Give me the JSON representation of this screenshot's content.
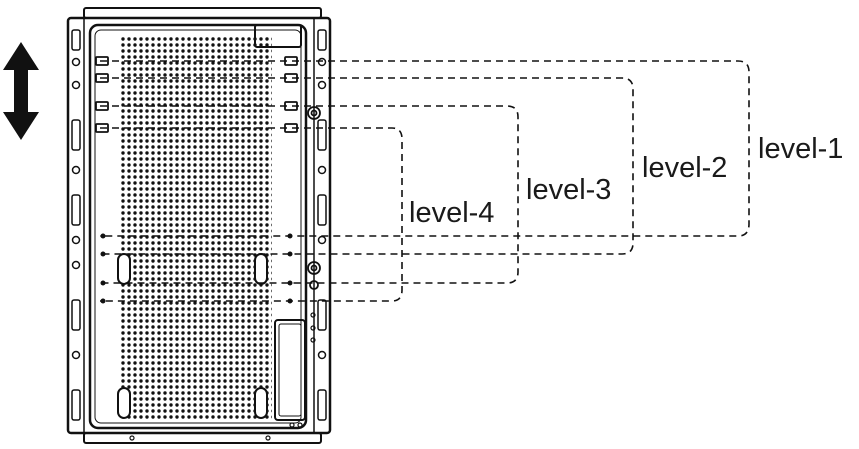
{
  "diagram": {
    "levels": [
      {
        "id": "level-1",
        "label": "level-1"
      },
      {
        "id": "level-2",
        "label": "level-2"
      },
      {
        "id": "level-3",
        "label": "level-3"
      },
      {
        "id": "level-4",
        "label": "level-4"
      }
    ],
    "icons": {
      "adjust_arrow": "double-vertical-arrow-icon"
    }
  }
}
